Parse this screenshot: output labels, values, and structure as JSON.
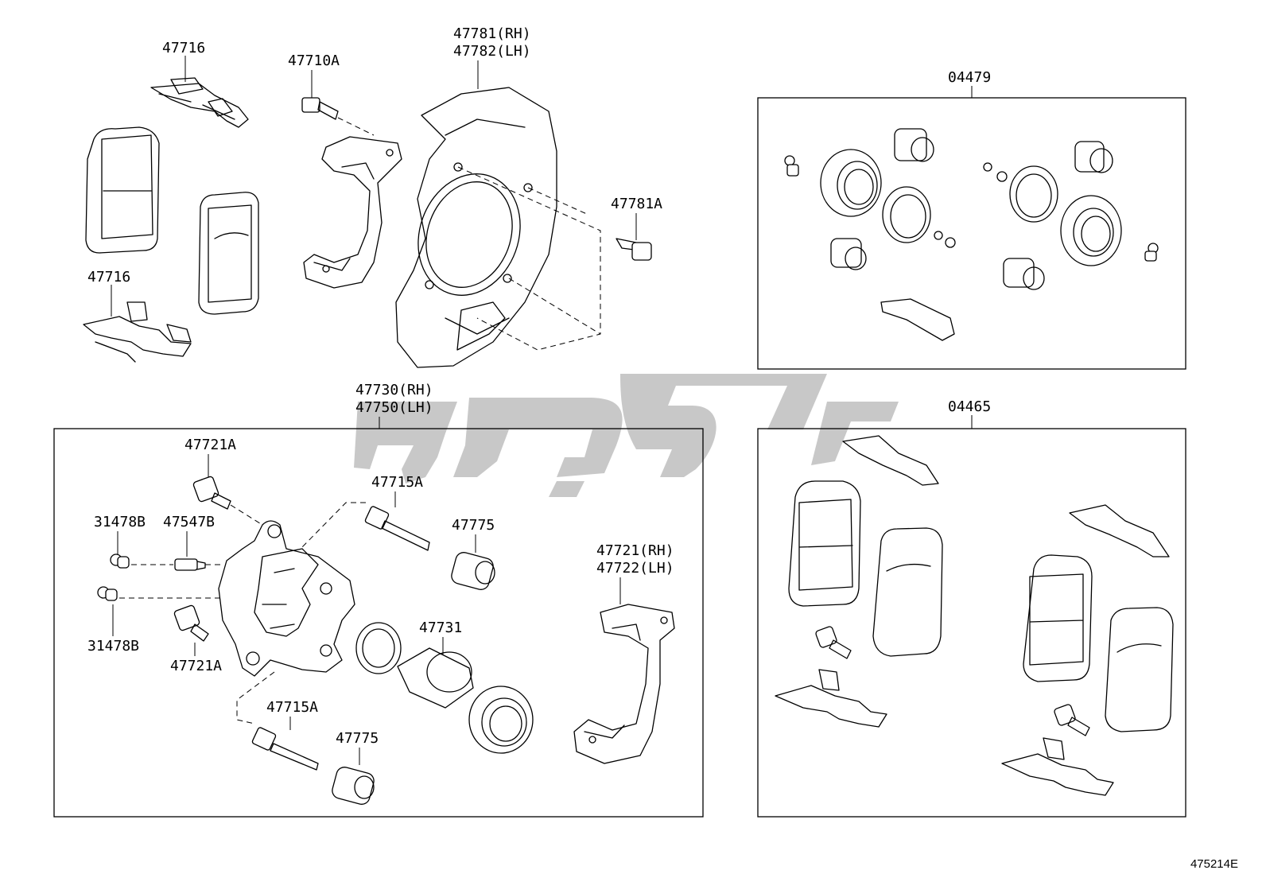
{
  "labels": {
    "pad_clip_upper": "47716",
    "pad_clip_lower": "47716",
    "bolt_mount": "47710A",
    "dust_cover_rh": "47781(RH)",
    "dust_cover_lh": "47782(LH)",
    "bolt_cover": "47781A",
    "caliper_rh": "47730(RH)",
    "caliper_lh": "47750(LH)",
    "bleeder_top": "47721A",
    "pin_top": "47715A",
    "boot_top": "47775",
    "clip_top": "31478B",
    "plug": "47547B",
    "clip_bottom": "31478B",
    "bleeder_bottom": "47721A",
    "piston": "47731",
    "pin_bottom": "47715A",
    "boot_bottom": "47775",
    "mount_rh": "47721(RH)",
    "mount_lh": "47722(LH)",
    "cylinder_kit": "04479",
    "pad_kit": "04465"
  },
  "diagram_ref": "475214E",
  "watermark_color": "#9a9a9a"
}
